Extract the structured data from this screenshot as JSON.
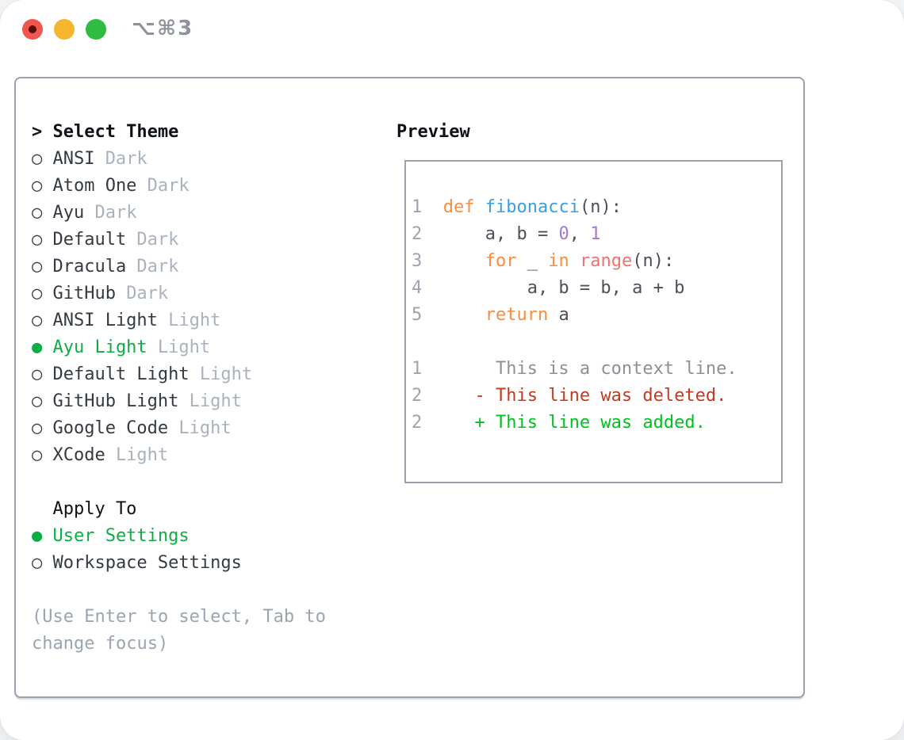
{
  "window": {
    "title": "⌥⌘3"
  },
  "traffic_lights": [
    {
      "name": "close",
      "color": "#ee564e",
      "dot": true
    },
    {
      "name": "minimize",
      "color": "#f4b62d",
      "dot": false
    },
    {
      "name": "zoom",
      "color": "#2ebd40",
      "dot": false
    }
  ],
  "theme_picker": {
    "header": {
      "prompt": ">",
      "label": "Select Theme"
    },
    "bullet_selected": "●",
    "bullet_unselected": "○",
    "themes": [
      {
        "name": "ANSI",
        "variant": "Dark",
        "selected": false
      },
      {
        "name": "Atom One",
        "variant": "Dark",
        "selected": false
      },
      {
        "name": "Ayu",
        "variant": "Dark",
        "selected": false
      },
      {
        "name": "Default",
        "variant": "Dark",
        "selected": false
      },
      {
        "name": "Dracula",
        "variant": "Dark",
        "selected": false
      },
      {
        "name": "GitHub",
        "variant": "Dark",
        "selected": false
      },
      {
        "name": "ANSI Light",
        "variant": "Light",
        "selected": false
      },
      {
        "name": "Ayu Light",
        "variant": "Light",
        "selected": true
      },
      {
        "name": "Default Light",
        "variant": "Light",
        "selected": false
      },
      {
        "name": "GitHub Light",
        "variant": "Light",
        "selected": false
      },
      {
        "name": "Google Code",
        "variant": "Light",
        "selected": false
      },
      {
        "name": "XCode",
        "variant": "Light",
        "selected": false
      }
    ],
    "apply_to": {
      "label": "Apply To",
      "options": [
        {
          "label": "User Settings",
          "selected": true
        },
        {
          "label": "Workspace Settings",
          "selected": false
        }
      ]
    },
    "hint": "(Use Enter to select, Tab to change focus)"
  },
  "preview": {
    "header": "Preview",
    "lines": [
      {
        "n": "1",
        "segs": [
          [
            "  "
          ],
          [
            "def",
            "kw"
          ],
          [
            " "
          ],
          [
            "fibonacci",
            "fn"
          ],
          [
            "(n):"
          ]
        ]
      },
      {
        "n": "2",
        "segs": [
          [
            "      a, b = "
          ],
          [
            "0",
            "const"
          ],
          [
            ", "
          ],
          [
            "1",
            "const"
          ]
        ]
      },
      {
        "n": "3",
        "segs": [
          [
            "      "
          ],
          [
            "for",
            "kw"
          ],
          [
            " _ "
          ],
          [
            "in",
            "kw"
          ],
          [
            " "
          ],
          [
            "range",
            "call"
          ],
          [
            "(n):"
          ]
        ]
      },
      {
        "n": "4",
        "segs": [
          [
            "          a, b = b, a + b"
          ]
        ]
      },
      {
        "n": "5",
        "segs": [
          [
            "      "
          ],
          [
            "return",
            "kw"
          ],
          [
            " a"
          ]
        ]
      },
      {
        "n": "",
        "segs": []
      },
      {
        "n": "1",
        "segs": [
          [
            "       This is a context line.",
            "ctx"
          ]
        ]
      },
      {
        "n": "2",
        "segs": [
          [
            "     - This line was deleted.",
            "del"
          ]
        ]
      },
      {
        "n": "2",
        "segs": [
          [
            "     + This line was added.",
            "add"
          ]
        ]
      }
    ]
  },
  "colors": {
    "accent_green": "#0cae44",
    "heading": "#0e1116",
    "text": "#343a42",
    "muted": "#a9b2bd",
    "hint": "#9aa5b1",
    "border": "#9aa2ae",
    "title_gray": "#8d939c",
    "gutter": "#9ba4af",
    "code": "#4b5059",
    "kw": "#fa8d3e",
    "fn": "#399ee6",
    "const": "#a37acc",
    "call": "#f0716f",
    "ctx": "#8b9099",
    "del": "#c43a1e",
    "add": "#00c21f",
    "tl_red_dot": "#5d0a0a"
  }
}
